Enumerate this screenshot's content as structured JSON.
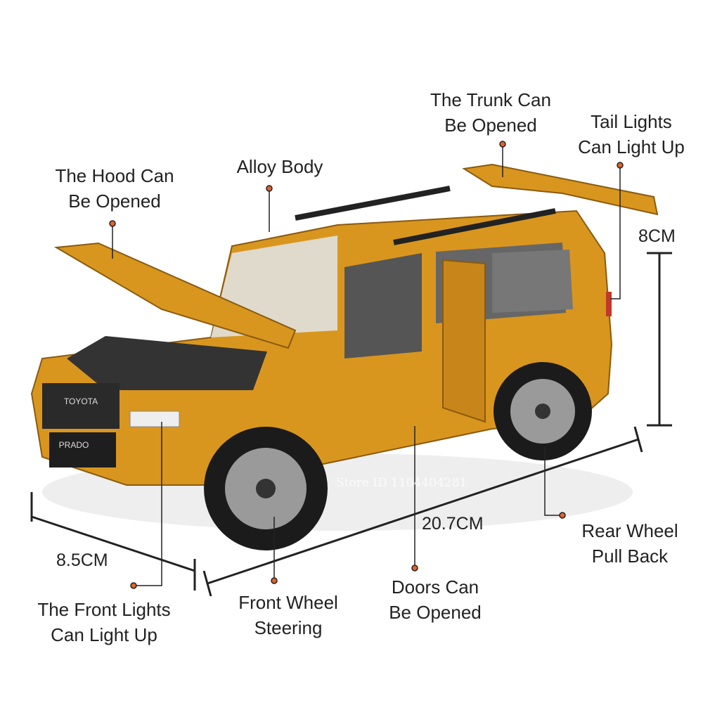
{
  "callouts": {
    "trunk": [
      "The Trunk Can",
      "Be Opened"
    ],
    "tail_lights": [
      "Tail Lights",
      "Can Light Up"
    ],
    "alloy_body": [
      "Alloy Body"
    ],
    "hood": [
      "The Hood Can",
      "Be Opened"
    ],
    "rear_wheel": [
      "Rear Wheel",
      "Pull Back"
    ],
    "doors": [
      "Doors Can",
      "Be Opened"
    ],
    "front_wheel": [
      "Front Wheel",
      "Steering"
    ],
    "front_lights": [
      "The Front Lights",
      "Can Light Up"
    ]
  },
  "dimensions": {
    "height": "8CM",
    "length": "20.7CM",
    "width": "8.5CM"
  },
  "car": {
    "grille_brand": "TOYOTA",
    "plate": "PRADO",
    "body_color": "#D9961E"
  },
  "watermark": "Store ID 1104404281",
  "colors": {
    "leader_dot": "#E0622A",
    "line": "#222222"
  }
}
